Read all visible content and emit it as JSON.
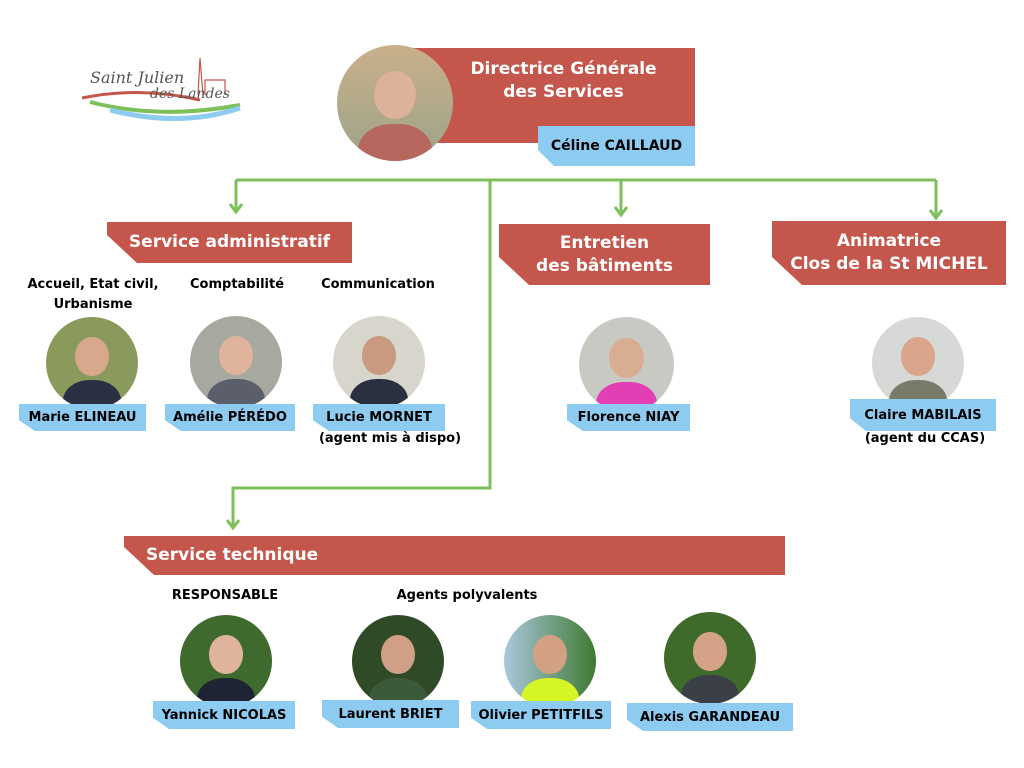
{
  "logo": {
    "line1": "Saint Julien",
    "line2": "des Landes"
  },
  "director": {
    "title_line1": "Directrice Générale",
    "title_line2": "des Services",
    "name": "Céline CAILLAUD"
  },
  "services": {
    "admin": {
      "title": "Service administratif",
      "roles": {
        "accueil_line1": "Accueil, Etat civil,",
        "accueil_line2": "Urbanisme",
        "compta": "Comptabilité",
        "comm": "Communication"
      },
      "people": [
        {
          "name": "Marie ELINEAU"
        },
        {
          "name": "Amélie PÉRÉDO"
        },
        {
          "name": "Lucie MORNET",
          "note": "(agent mis à dispo)"
        }
      ]
    },
    "entretien": {
      "title_line1": "Entretien",
      "title_line2": "des bâtiments",
      "people": [
        {
          "name": "Florence NIAY"
        }
      ]
    },
    "animatrice": {
      "title_line1": "Animatrice",
      "title_line2": "Clos de la St MICHEL",
      "people": [
        {
          "name": "Claire MABILAIS",
          "note": "(agent du CCAS)"
        }
      ]
    },
    "technique": {
      "title": "Service technique",
      "roles": {
        "responsable": "RESPONSABLE",
        "agents": "Agents polyvalents"
      },
      "people": [
        {
          "name": "Yannick NICOLAS"
        },
        {
          "name": "Laurent BRIET"
        },
        {
          "name": "Olivier PETITFILS"
        },
        {
          "name": "Alexis GARANDEAU"
        }
      ]
    }
  },
  "colors": {
    "banner": "#c5564b",
    "tag": "#8ecbf0",
    "connector": "#7dc05a"
  }
}
